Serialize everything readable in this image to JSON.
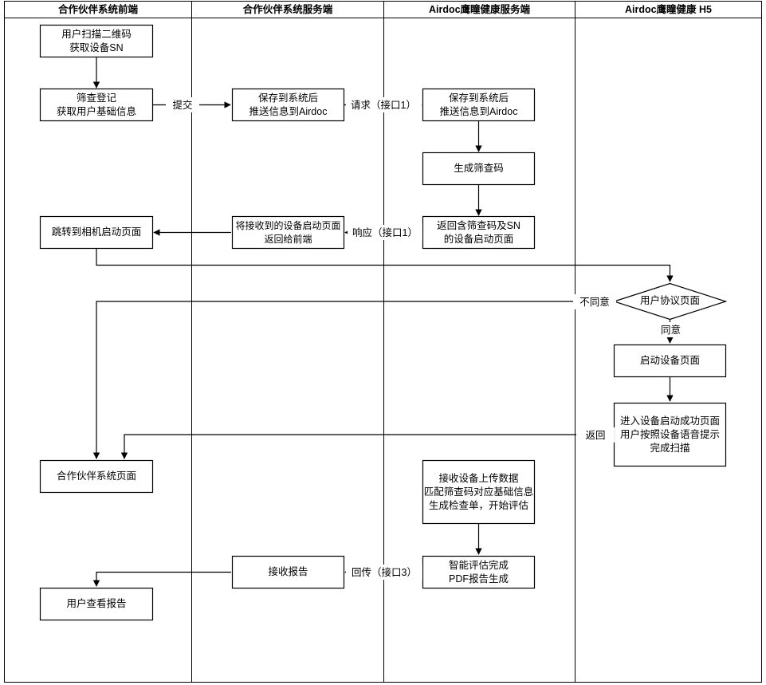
{
  "diagram": {
    "type": "swimlane-flowchart",
    "title": "",
    "background": "#ffffff",
    "stroke": "#000000",
    "fill": "#ffffff"
  },
  "lanes": [
    {
      "id": "lane-partner-frontend",
      "label": "合作伙伴系统前端"
    },
    {
      "id": "lane-partner-backend",
      "label": "合作伙伴系统服务端"
    },
    {
      "id": "lane-airdoc-backend",
      "label": "Airdoc鹰瞳健康服务端"
    },
    {
      "id": "lane-airdoc-h5",
      "label": "Airdoc鹰瞳健康 H5"
    }
  ],
  "nodes": [
    {
      "id": "scan-qr",
      "lane": 0,
      "shape": "rect",
      "label": "用户扫描二维码\n获取设备SN"
    },
    {
      "id": "screening-register",
      "lane": 0,
      "shape": "rect",
      "label": "筛查登记\n获取用户基础信息"
    },
    {
      "id": "partner-save-push",
      "lane": 1,
      "shape": "rect",
      "label": "保存到系统后\n推送信息到Airdoc"
    },
    {
      "id": "airdoc-save-push",
      "lane": 2,
      "shape": "rect",
      "label": "保存到系统后\n推送信息到Airdoc"
    },
    {
      "id": "gen-screening-code",
      "lane": 2,
      "shape": "rect",
      "label": "生成筛查码"
    },
    {
      "id": "return-device-page",
      "lane": 2,
      "shape": "rect",
      "label": "返回含筛查码及SN\n的设备启动页面"
    },
    {
      "id": "relay-device-page",
      "lane": 1,
      "shape": "rect",
      "label": "将接收到的设备启动页面\n返回给前端"
    },
    {
      "id": "jump-camera-page",
      "lane": 0,
      "shape": "rect",
      "label": "跳转到相机启动页面"
    },
    {
      "id": "user-agreement",
      "lane": 3,
      "shape": "diamond",
      "label": "用户协议页面"
    },
    {
      "id": "start-device-page",
      "lane": 3,
      "shape": "rect",
      "label": "启动设备页面"
    },
    {
      "id": "device-started-scan",
      "lane": 3,
      "shape": "rect",
      "label": "进入设备启动成功页面\n用户按照设备语音提示\n完成扫描"
    },
    {
      "id": "partner-system-page",
      "lane": 0,
      "shape": "rect",
      "label": "合作伙伴系统页面"
    },
    {
      "id": "receive-upload-data",
      "lane": 2,
      "shape": "rect",
      "label": "接收设备上传数据\n匹配筛查码对应基础信息\n生成检查单，开始评估"
    },
    {
      "id": "ai-eval-pdf",
      "lane": 2,
      "shape": "rect",
      "label": "智能评估完成\nPDF报告生成"
    },
    {
      "id": "receive-report",
      "lane": 1,
      "shape": "rect",
      "label": "接收报告"
    },
    {
      "id": "user-view-report",
      "lane": 0,
      "shape": "rect",
      "label": "用户查看报告"
    }
  ],
  "edge_labels": [
    {
      "id": "edge-submit",
      "label": "提交"
    },
    {
      "id": "edge-request-api1",
      "label": "请求（接口1）"
    },
    {
      "id": "edge-response-api1",
      "label": "响应（接口1）"
    },
    {
      "id": "edge-disagree",
      "label": "不同意"
    },
    {
      "id": "edge-agree",
      "label": "同意"
    },
    {
      "id": "edge-return",
      "label": "返回"
    },
    {
      "id": "edge-callback-api3",
      "label": "回传（接口3）"
    }
  ]
}
